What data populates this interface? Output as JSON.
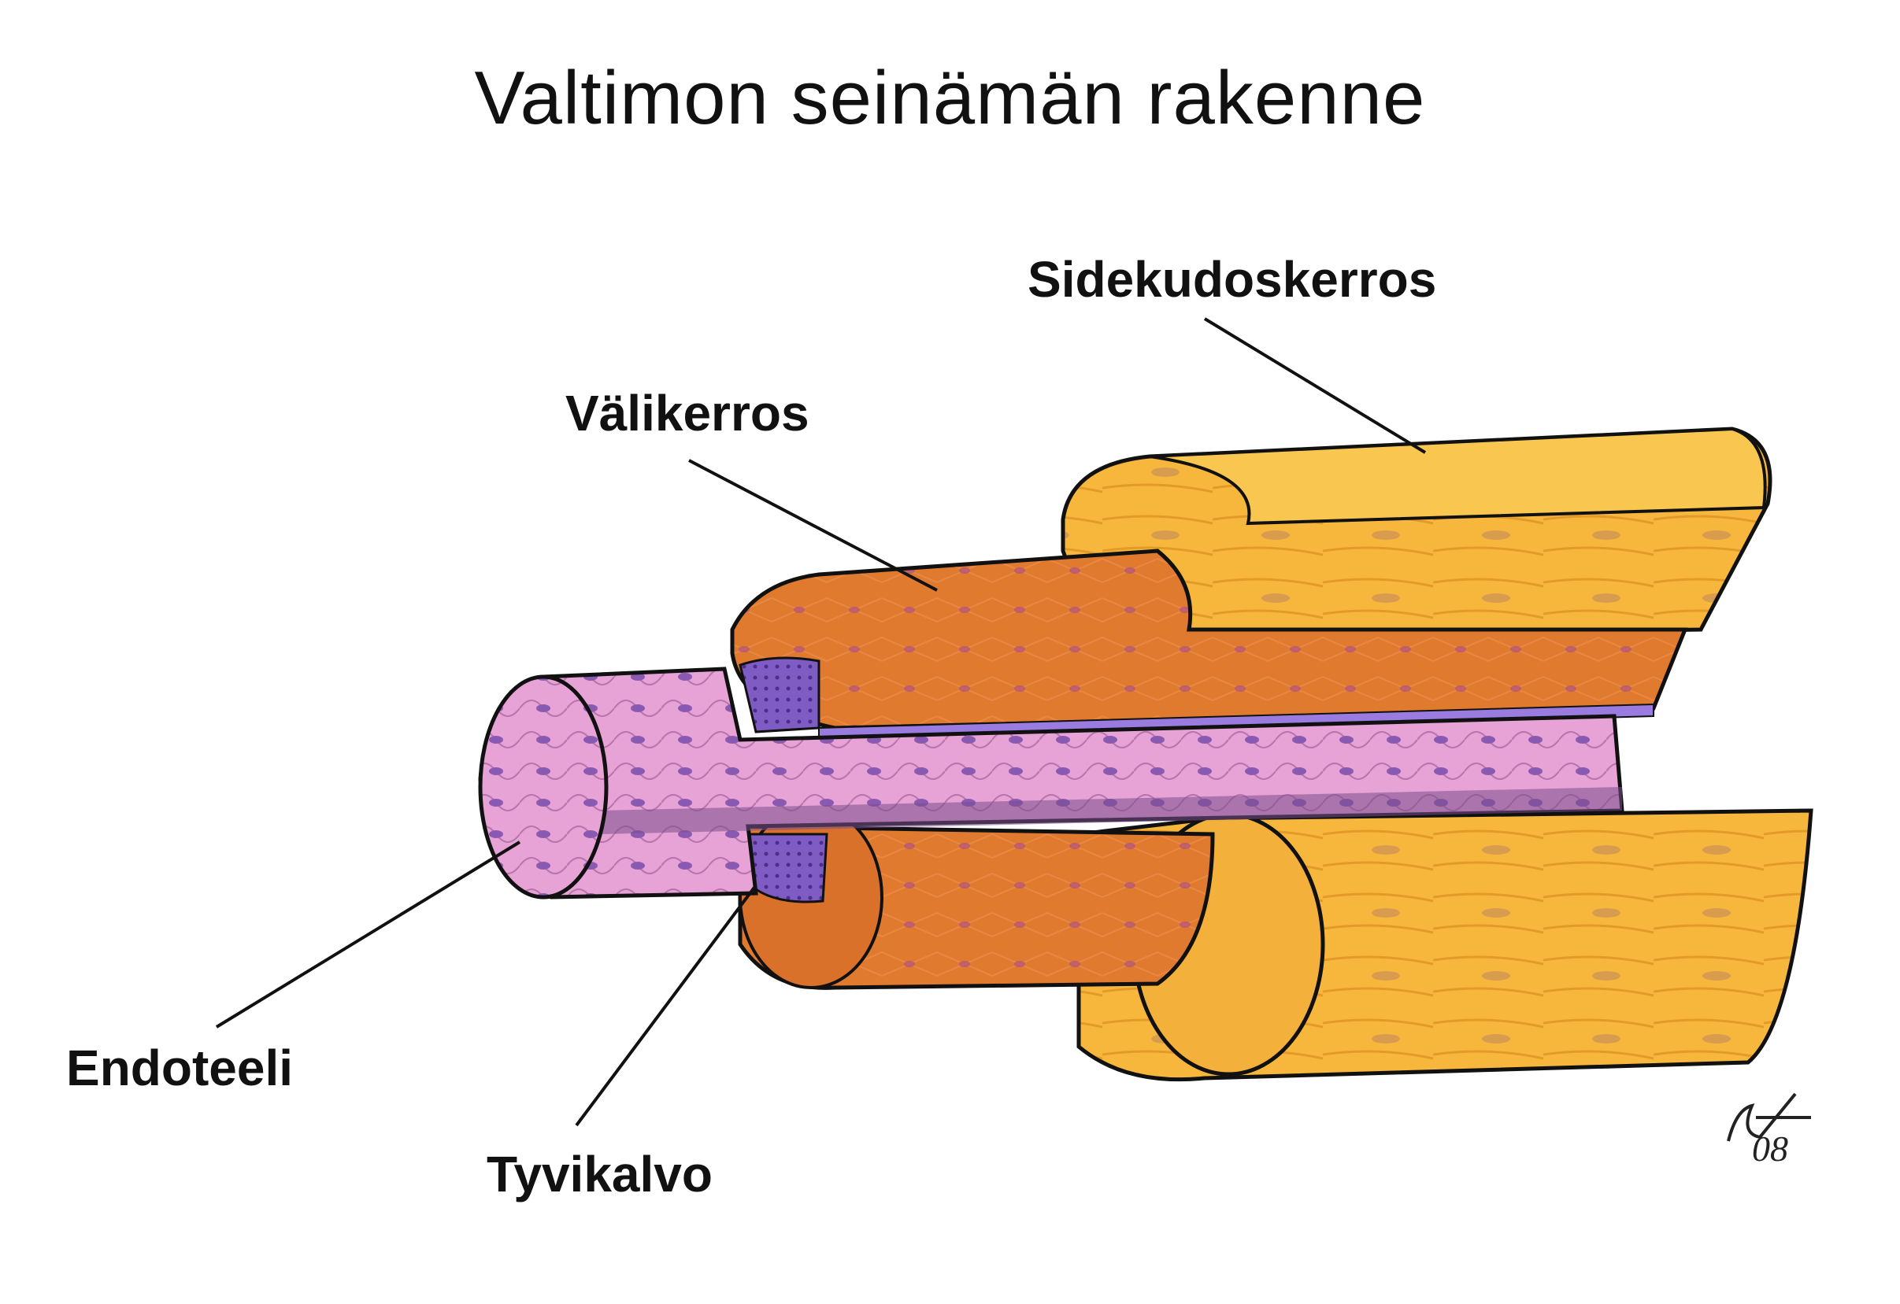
{
  "diagram": {
    "title": "Valtimon seinämän rakenne",
    "labels": {
      "adventitia": "Sidekudoskerros",
      "media": "Välikerros",
      "endothelium": "Endoteeli",
      "basement_membrane": "Tyvikalvo"
    },
    "signature": "08"
  },
  "colors": {
    "adventitia": "#f6b73c",
    "media": "#e07a2e",
    "intima": "#e7a2d6",
    "basement_membrane": "#7f5bc4",
    "outline": "#111111"
  }
}
